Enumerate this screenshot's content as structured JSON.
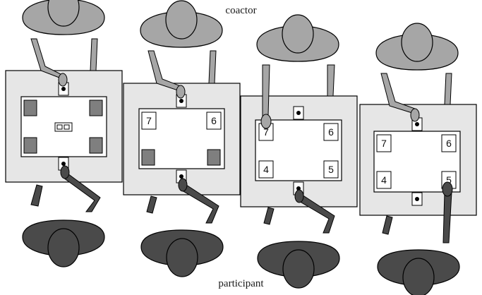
{
  "labels": {
    "top": "coactor",
    "bottom": "participant"
  },
  "panels": [
    {
      "cards": [
        "",
        "",
        "",
        ""
      ],
      "has_center_item": true
    },
    {
      "cards": [
        "7",
        "6",
        "",
        ""
      ]
    },
    {
      "cards": [
        "7",
        "6",
        "4",
        "5"
      ]
    },
    {
      "cards": [
        "7",
        "6",
        "4",
        "5"
      ]
    }
  ],
  "colors": {
    "table": "#e6e6e6",
    "coactor": "#a6a6a6",
    "participant": "#4a4a4a",
    "card_face_down": "#7f7f7f",
    "outline": "#000000"
  }
}
